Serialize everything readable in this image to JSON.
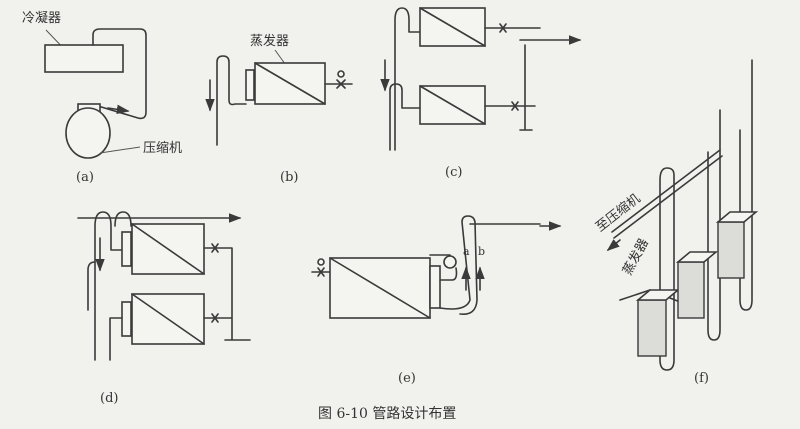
{
  "figure": {
    "caption": "图 6-10   管路设计布置",
    "labels": {
      "condenser": "冷凝器",
      "compressor": "压缩机",
      "evaporator_b": "蒸发器",
      "to_compressor": "至压缩机",
      "evaporator_f": "蒸发器",
      "riser_a": "a",
      "riser_b": "b"
    },
    "subfigures": [
      "(a)",
      "(b)",
      "(c)",
      "(d)",
      "(e)",
      "(f)"
    ]
  }
}
